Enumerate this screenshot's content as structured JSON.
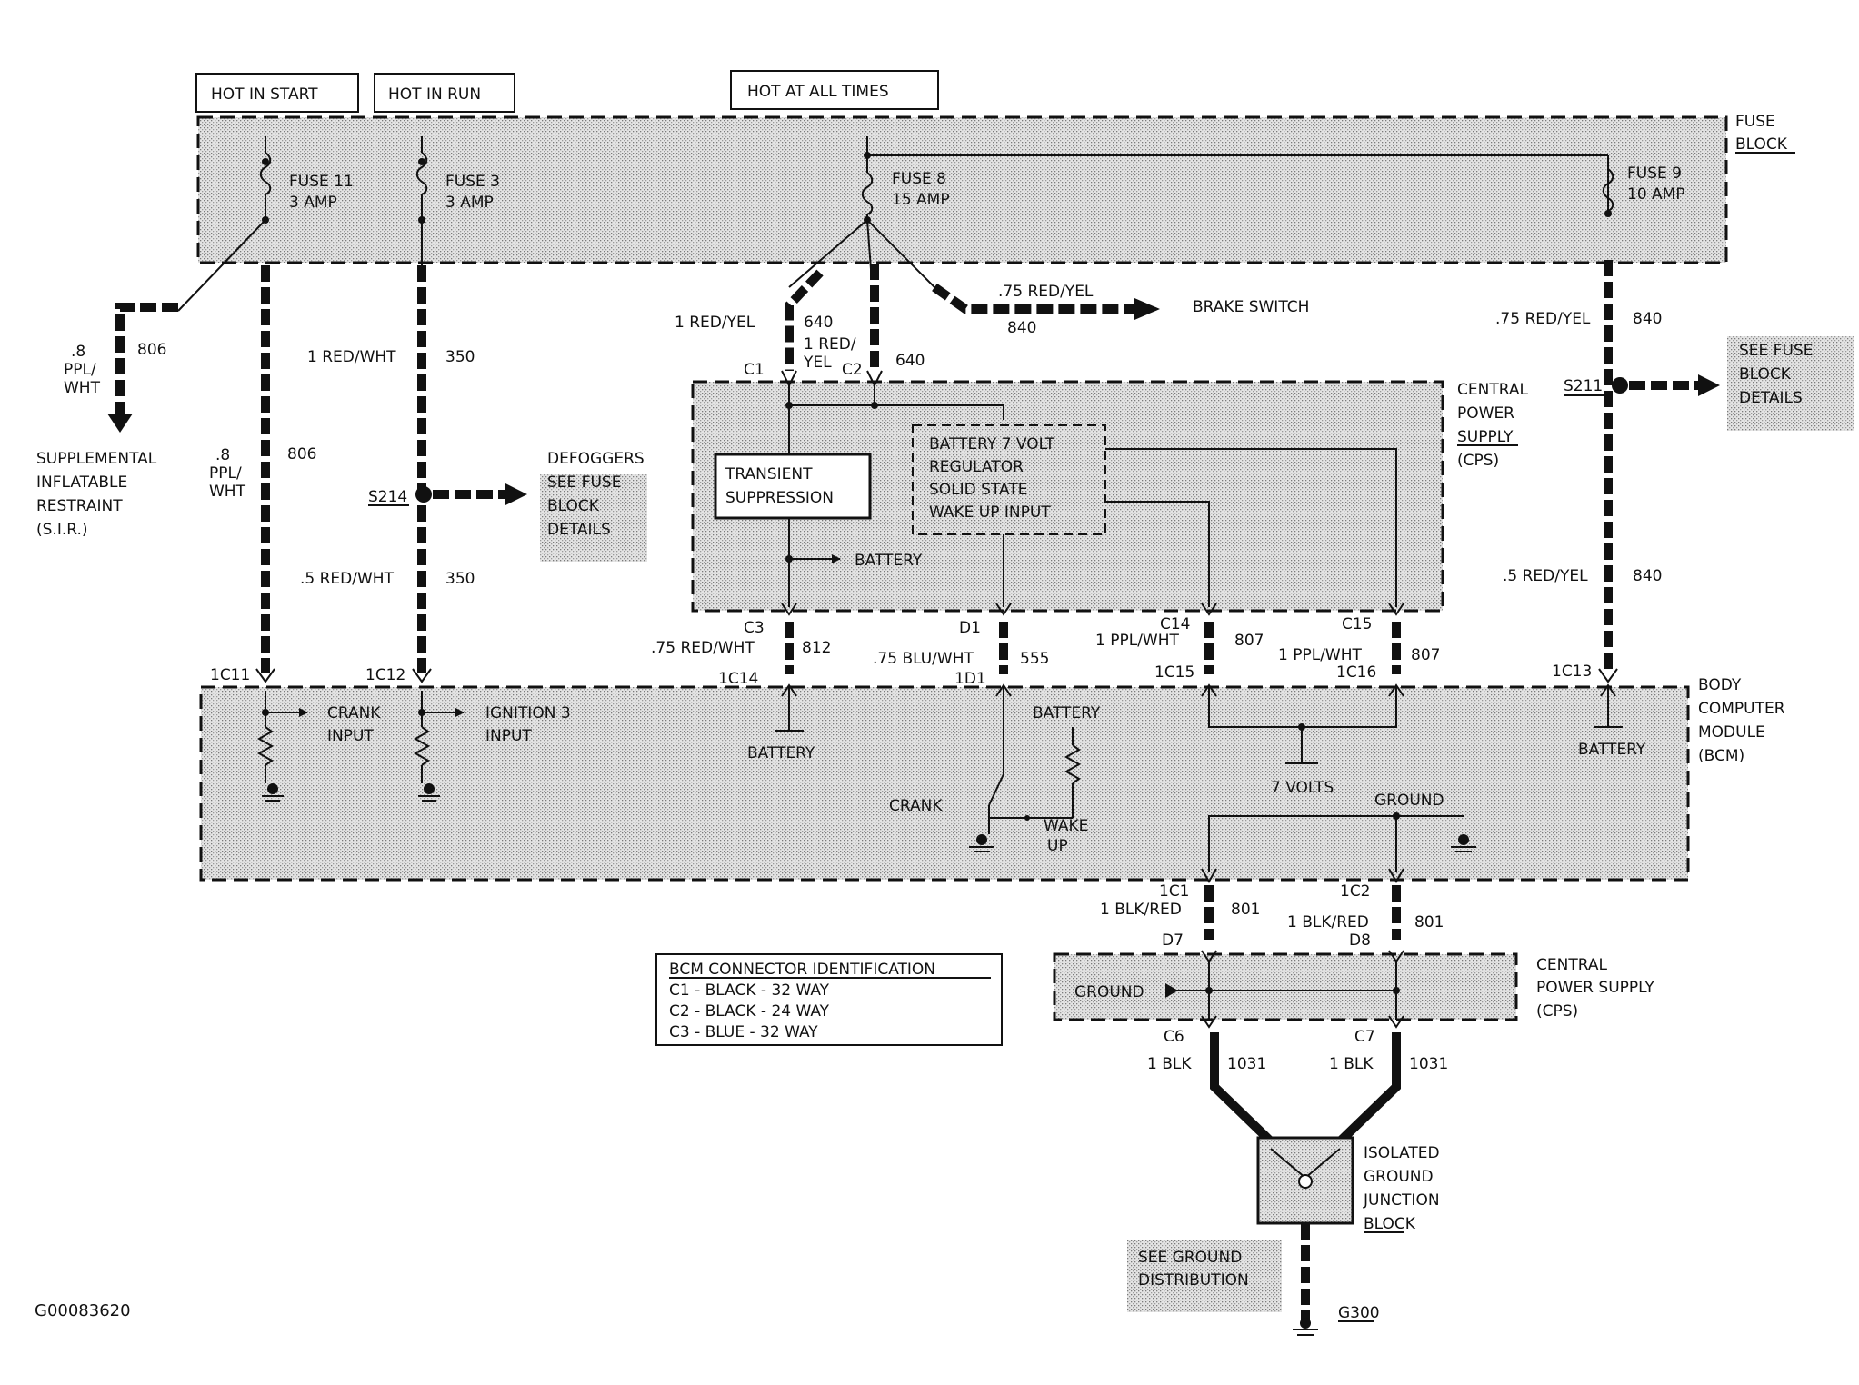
{
  "power_labels": {
    "hot_in_start": "HOT IN START",
    "hot_in_run": "HOT IN RUN",
    "hot_at_all_times": "HOT AT ALL TIMES"
  },
  "fuse_block": {
    "title_1": "FUSE",
    "title_2": "BLOCK",
    "fuse11_a": "FUSE 11",
    "fuse11_b": "3 AMP",
    "fuse3_a": "FUSE 3",
    "fuse3_b": "3 AMP",
    "fuse8_a": "FUSE 8",
    "fuse8_b": "15 AMP",
    "fuse9_a": "FUSE 9",
    "fuse9_b": "10 AMP"
  },
  "wires": {
    "w806_gauge_1": ".8",
    "w806_gauge_2": "PPL/",
    "w806_gauge_3": "WHT",
    "w806_circuit": "806",
    "sir_1": "SUPPLEMENTAL",
    "sir_2": "INFLATABLE",
    "sir_3": "RESTRAINT",
    "sir_4": "(S.I.R.)",
    "w806b_gauge_1": ".8",
    "w806b_gauge_2": "PPL/",
    "w806b_gauge_3": "WHT",
    "w806b_circuit": "806",
    "w350_color": "1 RED/WHT",
    "w350_circuit": "350",
    "w350b_color": ".5 RED/WHT",
    "w350b_circuit": "350",
    "s214": "S214",
    "defog_1": "DEFOGGERS",
    "defog_2": "SEE FUSE",
    "defog_3": "BLOCK",
    "defog_4": "DETAILS",
    "w640a_color": "1 RED/YEL",
    "w640a_circuit": "640",
    "w640b_color_1": "1 RED/",
    "w640b_color_2": "YEL",
    "w640b_circuit": "640",
    "w840brake_color": ".75 RED/YEL",
    "w840brake_circuit": "840",
    "brake_switch": "BRAKE SWITCH",
    "w840a_color": ".75 RED/YEL",
    "w840a_circuit": "840",
    "s211": "S211",
    "fusedet_1": "SEE FUSE",
    "fusedet_2": "BLOCK",
    "fusedet_3": "DETAILS",
    "w840b_color": ".5 RED/YEL",
    "w840b_circuit": "840",
    "w812_color": ".75 RED/WHT",
    "w812_circuit": "812",
    "w555_color": ".75 BLU/WHT",
    "w555_circuit": "555",
    "w807a_color": "1 PPL/WHT",
    "w807a_circuit": "807",
    "w807b_color": "1 PPL/WHT",
    "w807b_circuit": "807",
    "w801a_color": "1 BLK/RED",
    "w801a_circuit": "801",
    "w801b_color": "1 BLK/RED",
    "w801b_circuit": "801",
    "w1031a_color": "1 BLK",
    "w1031a_circuit": "1031",
    "w1031b_color": "1 BLK",
    "w1031b_circuit": "1031"
  },
  "connectors": {
    "c1": "C1",
    "c2": "C2",
    "c3": "C3",
    "d1": "D1",
    "c14": "C14",
    "c15": "C15",
    "bcm_1c11": "1C11",
    "bcm_1c12": "1C12",
    "bcm_1c14": "1C14",
    "bcm_1d1": "1D1",
    "bcm_1c15": "1C15",
    "bcm_1c16": "1C16",
    "bcm_1c13": "1C13",
    "bcm_1c1": "1C1",
    "bcm_1c2": "1C2",
    "d7": "D7",
    "d8": "D8",
    "c6": "C6",
    "c7": "C7"
  },
  "cps": {
    "title_1": "CENTRAL",
    "title_2": "POWER",
    "title_3": "SUPPLY",
    "title_4": "(CPS)",
    "transient_1": "TRANSIENT",
    "transient_2": "SUPPRESSION",
    "reg_1": "BATTERY 7 VOLT",
    "reg_2": "REGULATOR",
    "reg_3": "SOLID STATE",
    "reg_4": "WAKE UP INPUT",
    "battery": "BATTERY"
  },
  "bcm": {
    "title_1": "BODY",
    "title_2": "COMPUTER",
    "title_3": "MODULE",
    "title_4": "(BCM)",
    "crank_input_1": "CRANK",
    "crank_input_2": "INPUT",
    "ign_input_1": "IGNITION 3",
    "ign_input_2": "INPUT",
    "battery_1": "BATTERY",
    "battery_2": "BATTERY",
    "battery_3": "BATTERY",
    "crank": "CRANK",
    "wake_1": "WAKE",
    "wake_2": "UP",
    "seven_volts": "7 VOLTS",
    "ground": "GROUND"
  },
  "cps_lower": {
    "title_1": "CENTRAL",
    "title_2": "POWER SUPPLY",
    "title_3": "(CPS)",
    "ground": "GROUND"
  },
  "junction": {
    "title_1": "ISOLATED",
    "title_2": "GROUND",
    "title_3": "JUNCTION",
    "title_4": "BLOCK",
    "see_1": "SEE GROUND",
    "see_2": "DISTRIBUTION",
    "g300": "G300"
  },
  "connector_id": {
    "title": "BCM CONNECTOR IDENTIFICATION",
    "row1": "C1 - BLACK - 32 WAY",
    "row2": "C2 - BLACK - 24 WAY",
    "row3": "C3 - BLUE - 32 WAY"
  },
  "figure_id": "G00083620"
}
